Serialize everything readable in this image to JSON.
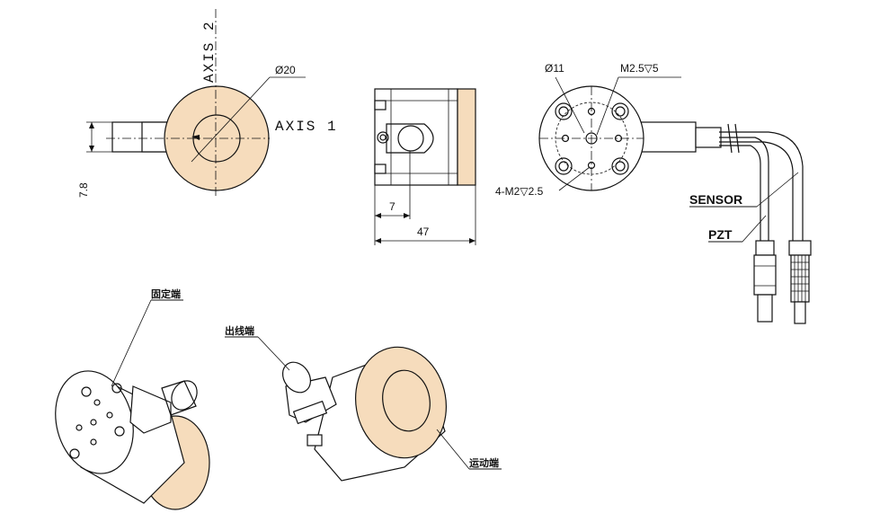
{
  "front_view": {
    "diameter_label": "Ø20",
    "axis1_label": "AXIS 1",
    "axis2_label": "AXIS 2",
    "height_label": "7.8"
  },
  "side_view": {
    "offset_label": "7",
    "length_label": "47"
  },
  "mount_view": {
    "bolt_circle_label": "Ø11",
    "center_thread_label": "M2.5▽5",
    "corner_holes_label": "4-M2▽2.5",
    "cable_sensor_label": "SENSOR",
    "cable_pzt_label": "PZT"
  },
  "iso_views": {
    "fixed_end_label": "固定端",
    "cable_end_label": "出线端",
    "moving_end_label": "运动端"
  },
  "colors": {
    "moving_face": "#f6dcbc",
    "line": "#111111"
  }
}
